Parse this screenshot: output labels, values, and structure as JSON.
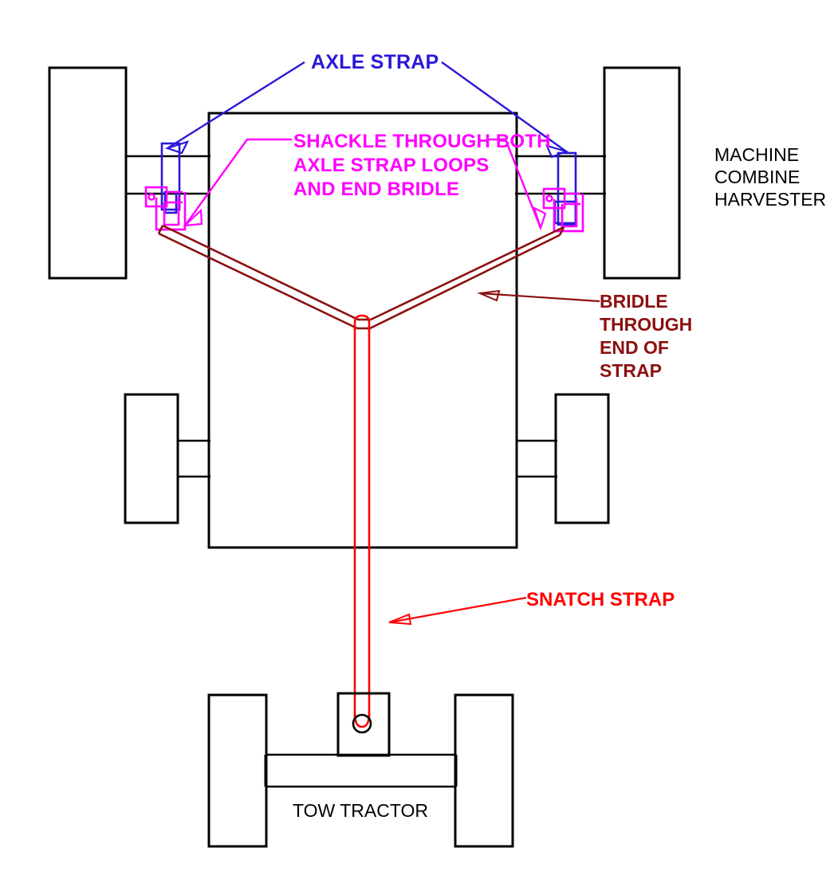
{
  "diagram": {
    "title": "Combine harvester recovery towing arrangement",
    "colors": {
      "outline": "#000000",
      "axle_strap": "#2a18d8",
      "shackle": "#ff00ff",
      "bridle": "#8b1010",
      "snatch_strap": "#ff0000",
      "background": "#ffffff"
    },
    "labels": {
      "axle_strap": "AXLE STRAP",
      "shackle_line1": "SHACKLE THROUGH BOTH",
      "shackle_line2": "AXLE STRAP LOOPS",
      "shackle_line3": "AND END BRIDLE",
      "machine_line1": "MACHINE",
      "machine_line2": "COMBINE",
      "machine_line3": "HARVESTER",
      "bridle_line1": "BRIDLE",
      "bridle_line2": "THROUGH",
      "bridle_line3": "END OF",
      "bridle_line4": "STRAP",
      "snatch_strap": "SNATCH STRAP",
      "tow_tractor": "TOW TRACTOR"
    },
    "components": {
      "harvester_body": "harvester-body",
      "harvester_front_left_wheel": "front-left-wheel",
      "harvester_front_right_wheel": "front-right-wheel",
      "harvester_rear_left_wheel": "rear-left-wheel",
      "harvester_rear_right_wheel": "rear-right-wheel",
      "tractor_body": "tractor-body",
      "tractor_left_front_wheel": "tractor-front-left-wheel",
      "tractor_right_front_wheel": "tractor-front-right-wheel",
      "tractor_left_rear_wheel": "tractor-rear-left-wheel",
      "tractor_right_rear_wheel": "tractor-rear-right-wheel",
      "tow_hitch_pin": "tow-hitch-pin"
    }
  }
}
